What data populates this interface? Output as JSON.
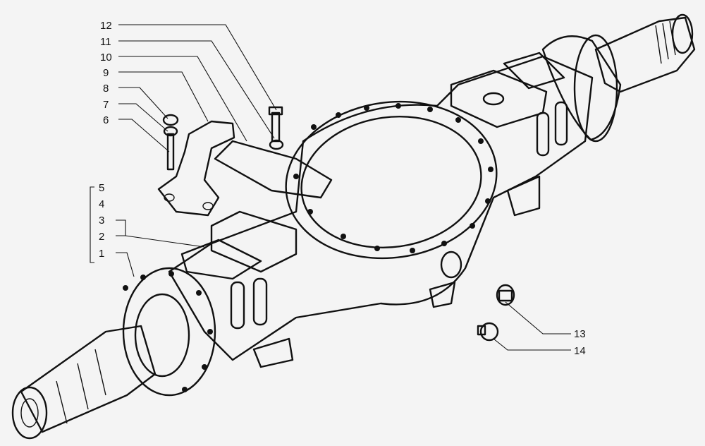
{
  "diagram": {
    "background": "#f4f4f4",
    "ink": "#111111",
    "callouts": [
      {
        "id": "1",
        "label": "1"
      },
      {
        "id": "2",
        "label": "2"
      },
      {
        "id": "3",
        "label": "3"
      },
      {
        "id": "4",
        "label": "4"
      },
      {
        "id": "5",
        "label": "5"
      },
      {
        "id": "6",
        "label": "6"
      },
      {
        "id": "7",
        "label": "7"
      },
      {
        "id": "8",
        "label": "8"
      },
      {
        "id": "9",
        "label": "9"
      },
      {
        "id": "10",
        "label": "10"
      },
      {
        "id": "11",
        "label": "11"
      },
      {
        "id": "12",
        "label": "12"
      },
      {
        "id": "13",
        "label": "13"
      },
      {
        "id": "14",
        "label": "14"
      }
    ]
  }
}
